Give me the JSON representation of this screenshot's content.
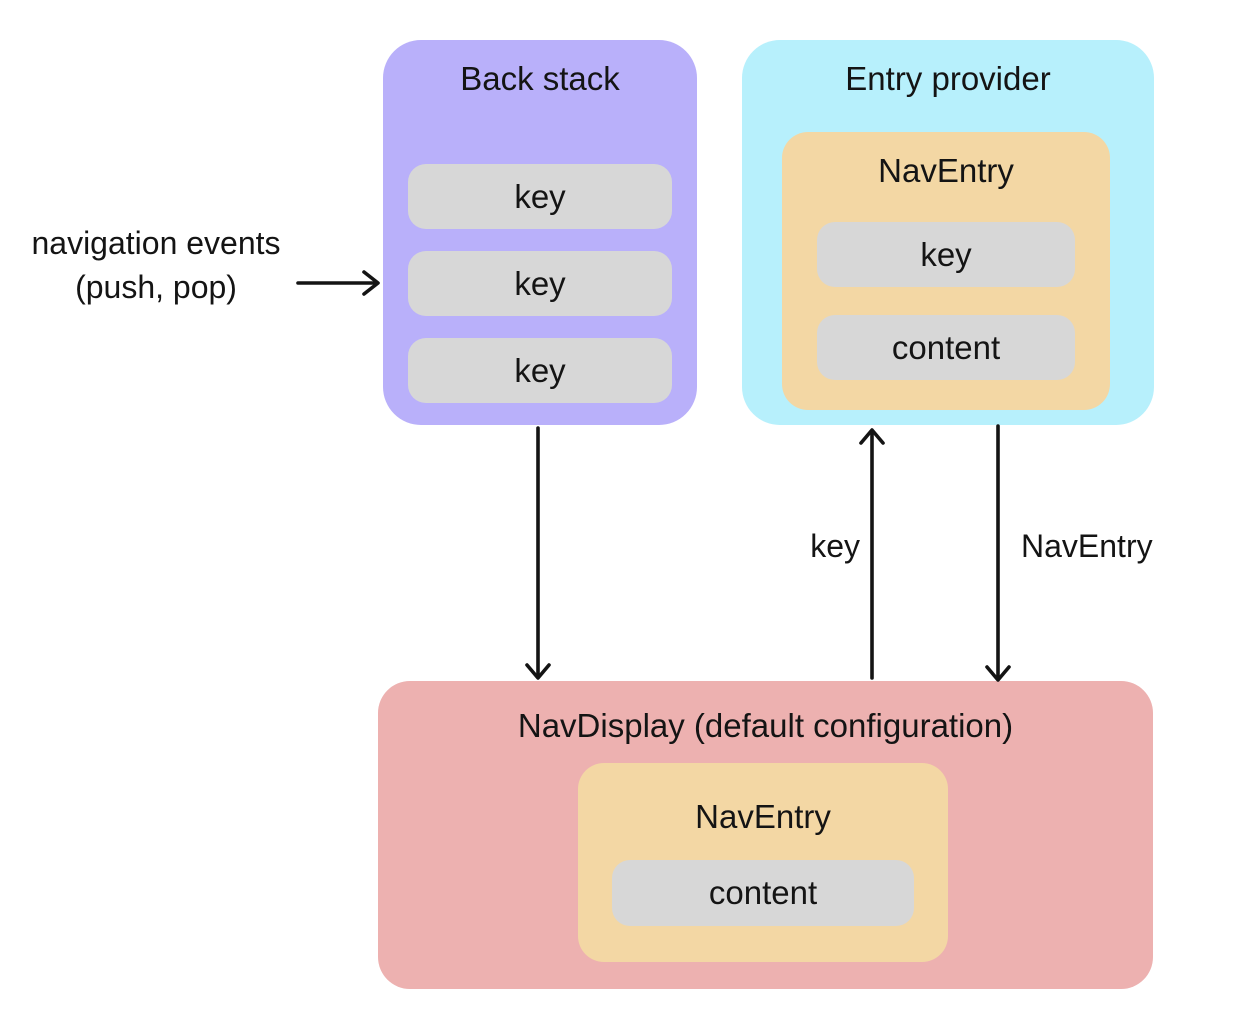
{
  "colors": {
    "back_stack_bg": "#b9b0fa",
    "entry_provider_bg": "#b7f0fc",
    "nav_entry_bg": "#f3d7a4",
    "pill_bg": "#d7d7d7",
    "nav_display_bg": "#edb1b0",
    "arrow": "#141414",
    "text": "#141414",
    "canvas_bg": "#ffffff"
  },
  "nav_events_label": {
    "line1": "navigation events",
    "line2": "(push, pop)"
  },
  "back_stack": {
    "title": "Back stack",
    "keys": [
      "key",
      "key",
      "key"
    ]
  },
  "entry_provider": {
    "title": "Entry provider",
    "nav_entry": {
      "title": "NavEntry",
      "key": "key",
      "content": "content"
    }
  },
  "arrow_labels": {
    "key": "key",
    "nav_entry": "NavEntry"
  },
  "nav_display": {
    "title": "NavDisplay (default configuration)",
    "nav_entry": {
      "title": "NavEntry",
      "content": "content"
    }
  }
}
